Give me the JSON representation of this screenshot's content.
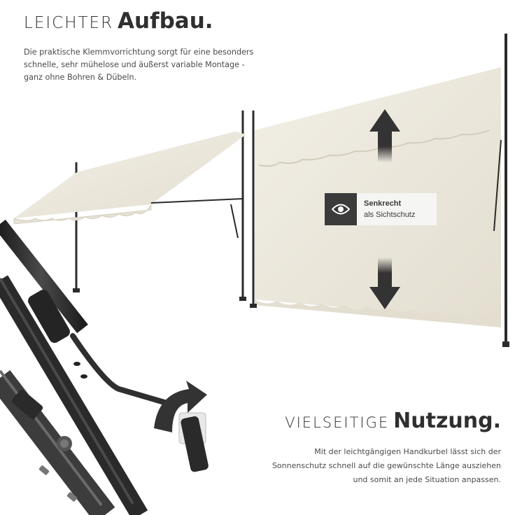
{
  "top": {
    "title_light": "LEICHTER",
    "title_bold": "Aufbau.",
    "description": "Die praktische Klemmvorrichtung sorgt für eine besonders schnelle, sehr mühelose und äußerst variable Montage - ganz ohne Bohren & Dübeln."
  },
  "badge": {
    "icon": "eye-icon",
    "line1": "Senkrecht",
    "line2": "als Sichtschutz"
  },
  "bottom": {
    "title_light": "VIELSEITIGE",
    "title_bold": "Nutzung.",
    "description": "Mit der leichtgängigen Handkurbel lässt sich der Sonnenschutz schnell auf die gewünschte Länge ausziehen und somit an jede Situation anpassen."
  },
  "colors": {
    "fabric": "#ece8dc",
    "pole": "#2b2b2b",
    "text": "#2f2f2f",
    "arrow": "#3a3a3a"
  }
}
